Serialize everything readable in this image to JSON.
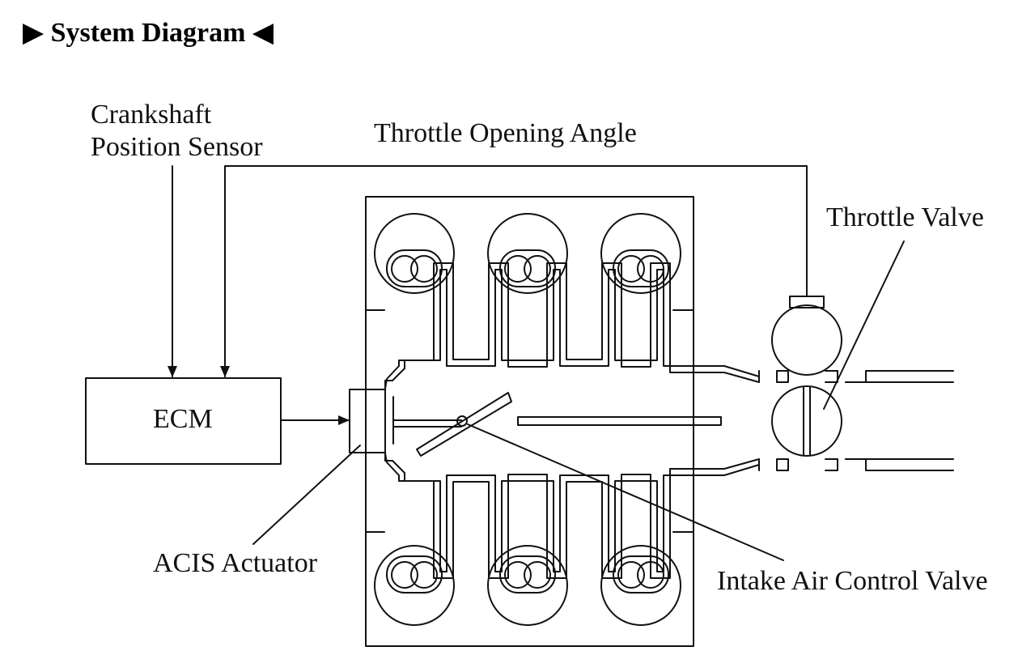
{
  "title": "▶ System Diagram ◀",
  "labels": {
    "crankshaft_line1": "Crankshaft",
    "crankshaft_line2": "Position Sensor",
    "throttle_opening_angle": "Throttle Opening Angle",
    "throttle_valve": "Throttle Valve",
    "ecm": "ECM",
    "acis_actuator": "ACIS Actuator",
    "intake_air_control_valve": "Intake Air Control Valve"
  }
}
